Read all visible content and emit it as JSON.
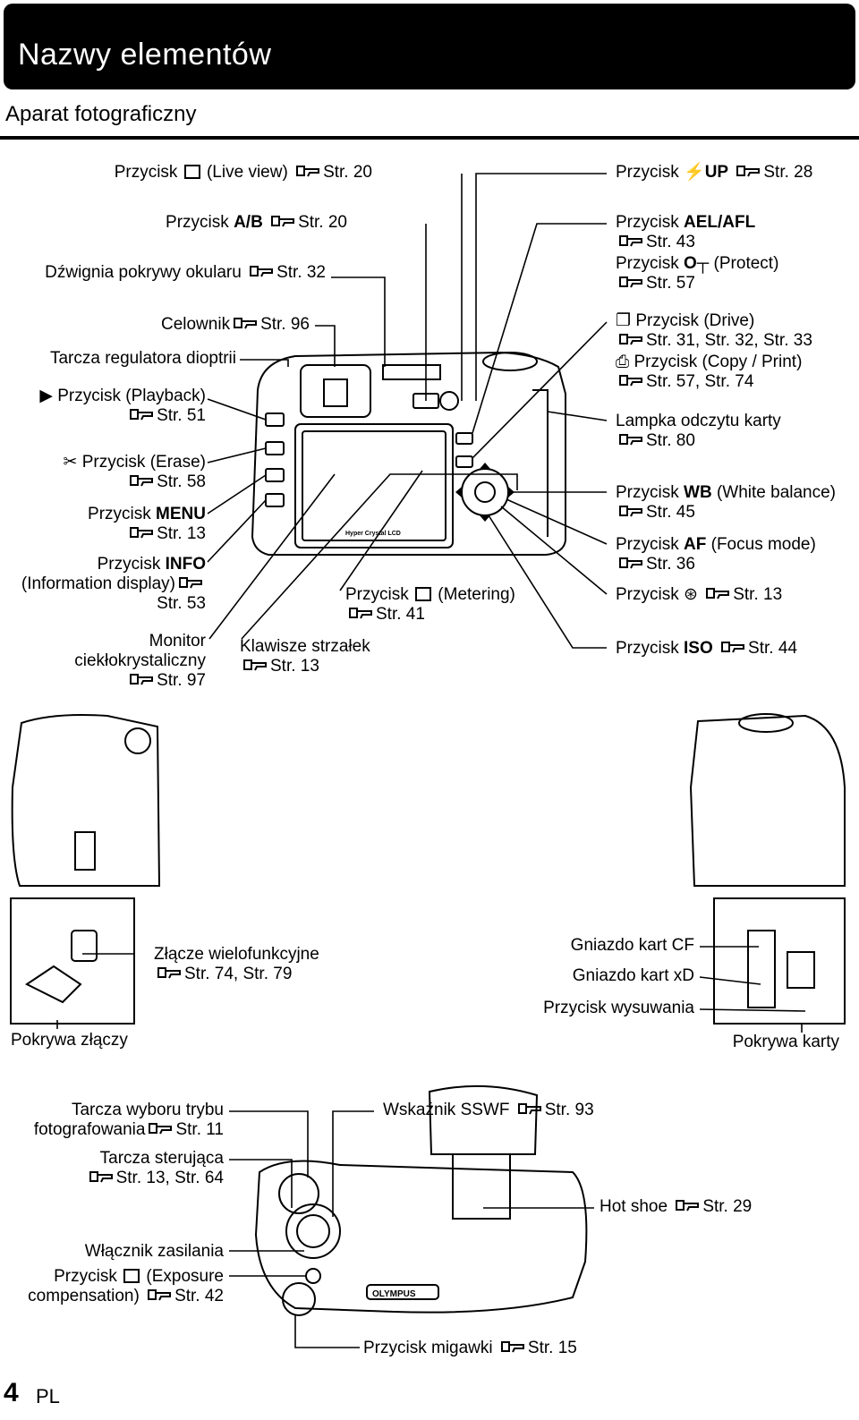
{
  "header": {
    "title": "Nazwy elementów"
  },
  "section": {
    "title": "Aparat fotograficzny"
  },
  "back_left": [
    {
      "id": "lv",
      "text": "Przycisk",
      "extra": "(Live view)",
      "ref": "Str. 20"
    },
    {
      "id": "ab",
      "text": "Przycisk",
      "strong": "A/B",
      "ref": "Str. 20"
    },
    {
      "id": "eye",
      "text": "Dźwignia pokrywy okularu",
      "ref": "Str. 32"
    },
    {
      "id": "view",
      "text": "Celownik",
      "ref": "Str. 96"
    },
    {
      "id": "diop",
      "text": "Tarcza regulatora dioptrii"
    },
    {
      "id": "play",
      "text": "Przycisk (Playback)",
      "ref": "Str. 51"
    },
    {
      "id": "erase",
      "text": "Przycisk (Erase)",
      "ref": "Str. 58"
    },
    {
      "id": "menu",
      "text": "Przycisk",
      "strong": "MENU",
      "ref": "Str. 13"
    },
    {
      "id": "info",
      "text": "Przycisk",
      "strong": "INFO",
      "line2": "(Information display)",
      "ref": "Str. 53"
    },
    {
      "id": "lcd",
      "line1": "Monitor",
      "line2": "ciekłokrystaliczny",
      "ref": "Str. 97"
    },
    {
      "id": "arrows",
      "text": "Klawisze strzałek",
      "ref": "Str. 13"
    },
    {
      "id": "meter",
      "text": "Przycisk",
      "extra": "(Metering)",
      "ref": "Str. 41"
    }
  ],
  "back_right": [
    {
      "id": "flash",
      "text": "Przycisk",
      "strong": "UP",
      "ref": "Str. 28"
    },
    {
      "id": "ael",
      "text": "Przycisk",
      "strong": "AEL/AFL",
      "ref": "Str. 43"
    },
    {
      "id": "protect",
      "text": "Przycisk",
      "extra": "(Protect)",
      "ref": "Str. 57"
    },
    {
      "id": "drive",
      "text": "Przycisk (Drive)",
      "ref": "Str. 31, Str. 32, Str. 33"
    },
    {
      "id": "print",
      "text": "Przycisk (Copy / Print)",
      "ref": "Str. 57, Str. 74"
    },
    {
      "id": "lamp",
      "text": "Lampka odczytu karty",
      "ref": "Str. 80"
    },
    {
      "id": "wb",
      "text": "Przycisk",
      "strong": "WB",
      "extra": "(White balance)",
      "ref": "Str. 45"
    },
    {
      "id": "af",
      "text": "Przycisk",
      "strong": "AF",
      "extra": "(Focus mode)",
      "ref": "Str. 36"
    },
    {
      "id": "ok",
      "text": "Przycisk",
      "ref": "Str. 13"
    },
    {
      "id": "iso",
      "text": "Przycisk",
      "strong": "ISO",
      "ref": "Str. 44"
    }
  ],
  "lcd_text": "Hyper Crystal LCD",
  "sides": {
    "multi": {
      "text": "Złącze wielofunkcyjne",
      "ref": "Str. 74, Str. 79"
    },
    "cover": "Pokrywa złączy",
    "cf": "Gniazdo kart CF",
    "xd": "Gniazdo kart xD",
    "eject": "Przycisk wysuwania",
    "cardcover": "Pokrywa karty"
  },
  "top": {
    "mode": {
      "line1": "Tarcza wyboru trybu",
      "line2": "fotografowania",
      "ref": "Str. 11"
    },
    "dial": {
      "line1": "Tarcza sterująca",
      "ref": "Str. 13, Str. 64"
    },
    "sswf": {
      "text": "Wskaźnik SSWF",
      "ref": "Str. 93"
    },
    "hotshoe": {
      "text": "Hot shoe",
      "ref": "Str. 29"
    },
    "power": "Włącznik zasilania",
    "expo": {
      "text": "Przycisk",
      "extra": "(Exposure",
      "line2": "compensation)",
      "ref": "Str. 42"
    },
    "shutter": {
      "text": "Przycisk migawki",
      "ref": "Str. 15"
    },
    "brand": "OLYMPUS"
  },
  "footer": {
    "page": "4",
    "lang": "PL"
  }
}
